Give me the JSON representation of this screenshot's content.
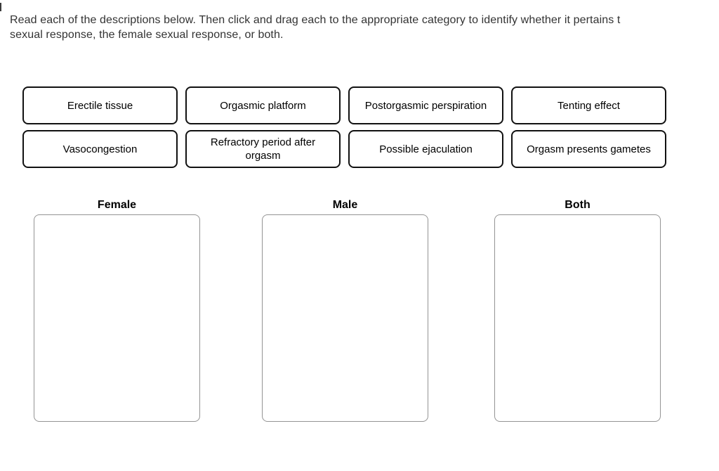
{
  "instructions": {
    "line1": "Read each of the descriptions below. Then click and drag each to the appropriate category to identify whether it pertains t",
    "line2": "sexual response, the female sexual response, or both."
  },
  "cards": [
    {
      "label": "Erectile tissue"
    },
    {
      "label": "Orgasmic platform"
    },
    {
      "label": "Postorgasmic perspiration"
    },
    {
      "label": "Tenting effect"
    },
    {
      "label": "Vasocongestion"
    },
    {
      "label": "Refractory period after orgasm"
    },
    {
      "label": "Possible ejaculation"
    },
    {
      "label": "Orgasm presents gametes"
    }
  ],
  "categories": [
    {
      "label": "Female"
    },
    {
      "label": "Male"
    },
    {
      "label": "Both"
    }
  ],
  "colors": {
    "card_border": "#111111",
    "zone_border": "#949494",
    "instruction_text": "#333333",
    "background": "#ffffff"
  }
}
